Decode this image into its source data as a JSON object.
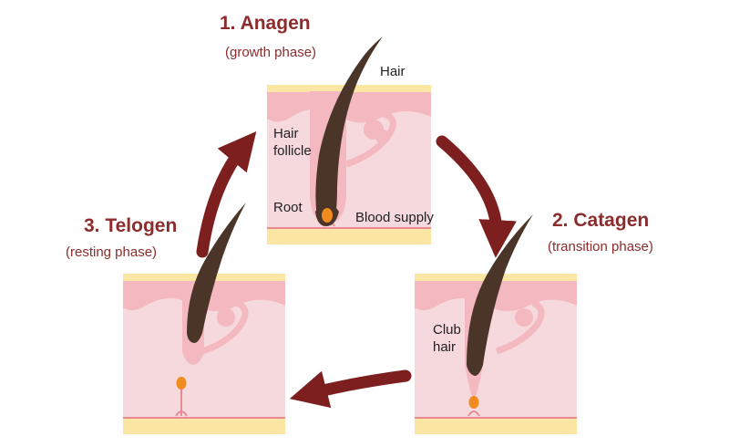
{
  "colors": {
    "accent": "#8c2c2c",
    "arrow": "#7e1f1f",
    "skin": "#f6d9dc",
    "skin_top": "#f3b8c0",
    "fat": "#fbe6a4",
    "hair": "#4b3528",
    "papilla": "#ef8b1f"
  },
  "phases": {
    "anagen": {
      "title": "1. Anagen",
      "subtitle": "(growth phase)"
    },
    "catagen": {
      "title": "2. Catagen",
      "subtitle": "(transition phase)"
    },
    "telogen": {
      "title": "3. Telogen",
      "subtitle": "(resting phase)"
    }
  },
  "labels": {
    "hair": "Hair",
    "follicle_line1": "Hair",
    "follicle_line2": "follicle",
    "root": "Root",
    "blood_supply": "Blood supply",
    "club_line1": "Club",
    "club_line2": "hair"
  }
}
